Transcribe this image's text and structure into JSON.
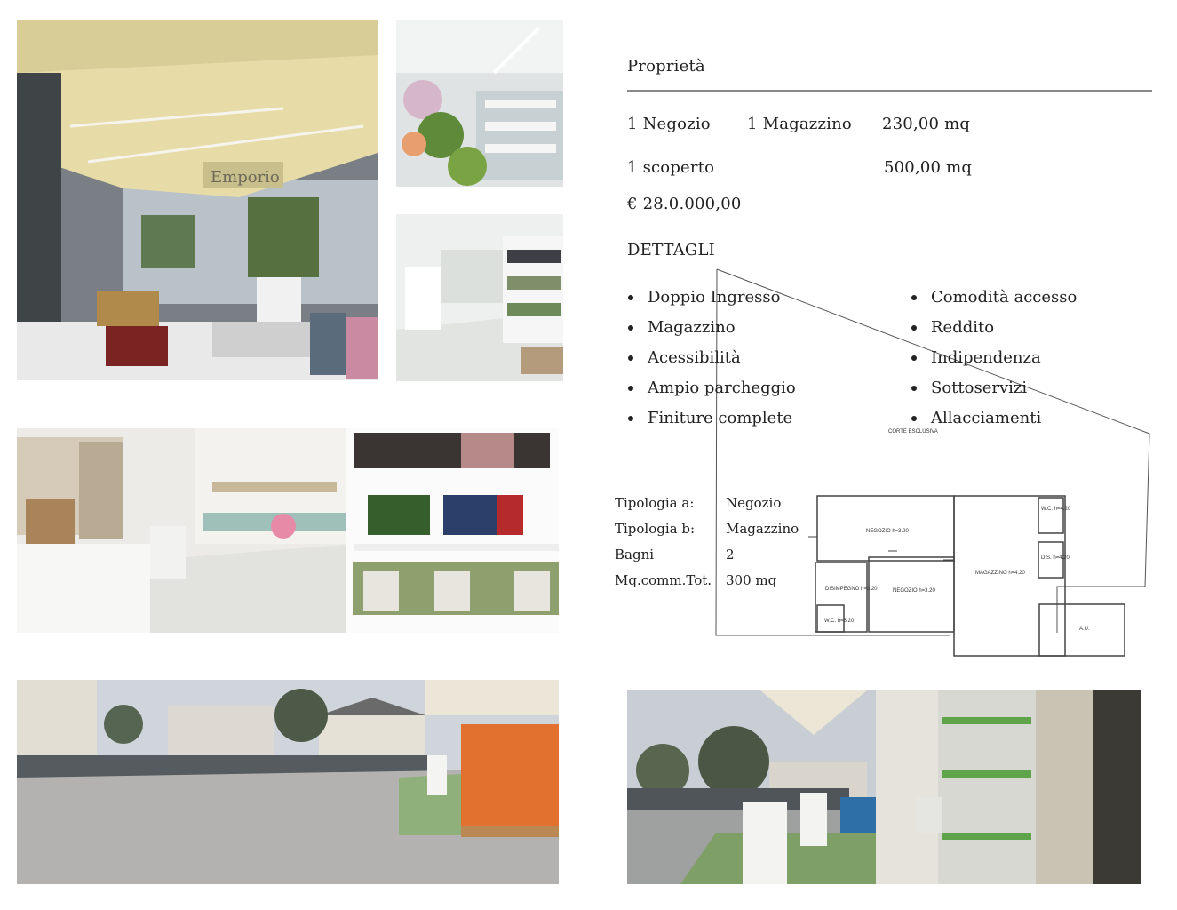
{
  "property": {
    "title": "Proprietà",
    "row1": {
      "unit1": "1 Negozio",
      "unit2": "1 Magazzino",
      "area": "230,00  mq"
    },
    "row2": {
      "unit": "1 scoperto",
      "area": "500,00  mq"
    },
    "price": "€ 28.0.000,00"
  },
  "details": {
    "title": "DETTAGLI",
    "left": [
      "Doppio Ingresso",
      "Magazzino",
      "Acessibilità",
      "Ampio parcheggio",
      "Finiture complete"
    ],
    "right": [
      "Comodità accesso",
      "Reddito",
      "Indipendenza",
      "Sottoservizi",
      "Allacciamenti"
    ]
  },
  "specs": [
    {
      "label": "Tipologia a:",
      "value": "Negozio"
    },
    {
      "label": "Tipologia b:",
      "value": "Magazzino"
    },
    {
      "label": "Bagni",
      "value": "2"
    },
    {
      "label": "Mq.comm.Tot.",
      "value": "300 mq"
    }
  ],
  "floorplan": {
    "corte": "CORTE ESCLUSIVA",
    "negozio1": "NEGOZIO h=3.20",
    "negozio2": "NEGOZIO h=3.20",
    "magazzino": "MAGAZZINO h=4.20",
    "disimpegno": "DISIMPEGNO h=3.20",
    "wc1": "W.C. h=3.20",
    "wc2": "W.C. h=4.20",
    "dis": "DIS. h=4.20",
    "altra": "A.U."
  },
  "photos": {
    "storefront_sign": "Emporio"
  }
}
